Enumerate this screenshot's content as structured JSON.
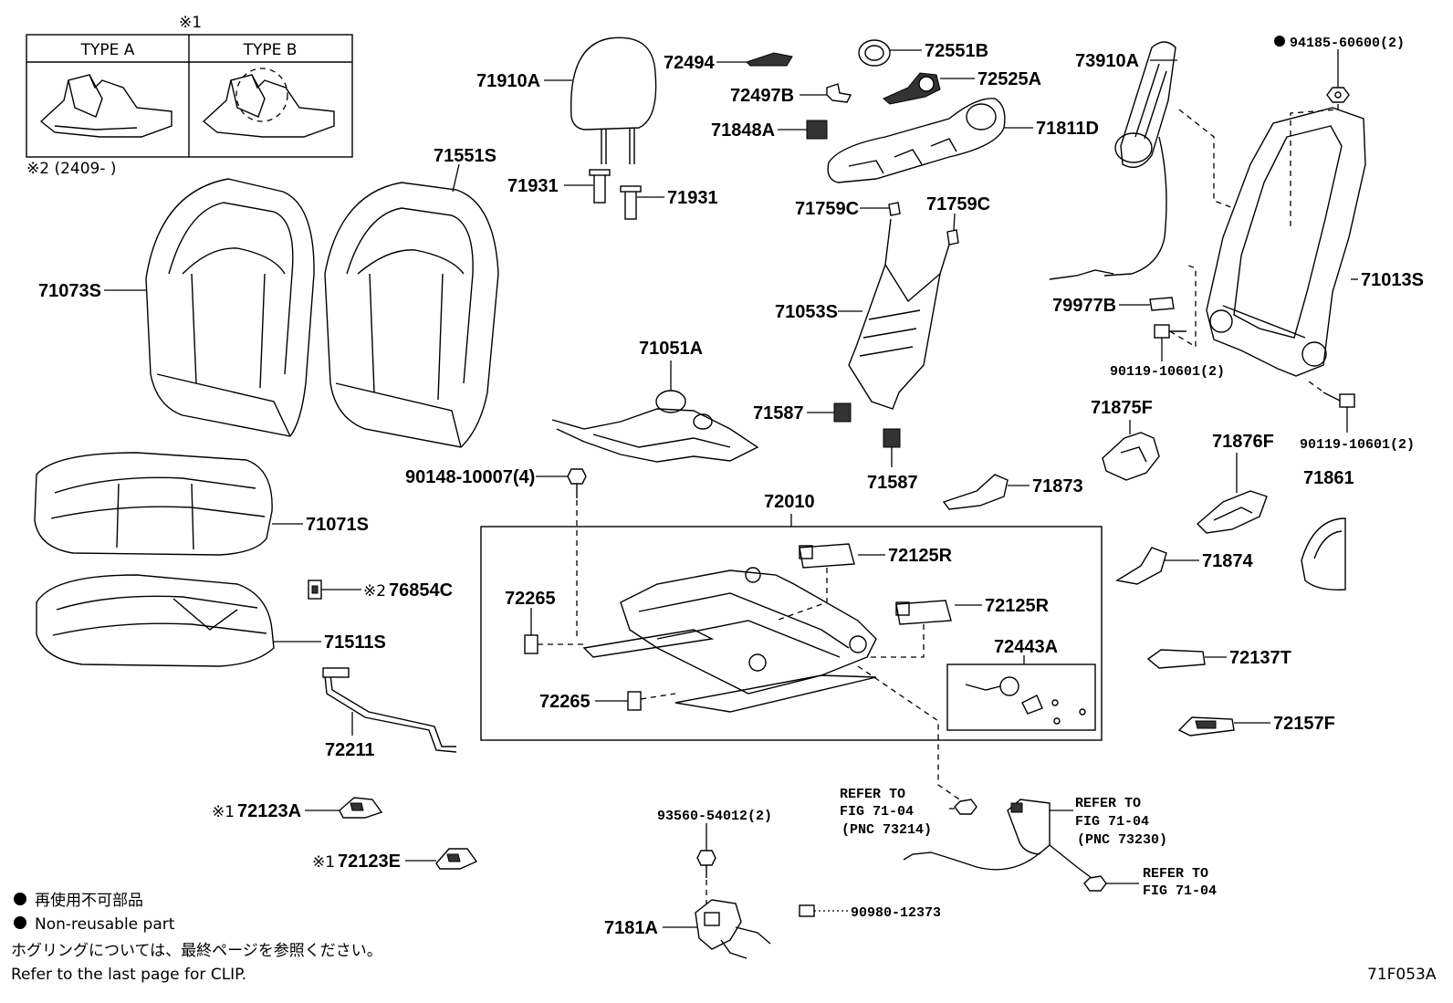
{
  "inset": {
    "mark": "※1",
    "type_a": "TYPE A",
    "type_b": "TYPE B",
    "note": "※2 (2409-      )"
  },
  "labels": {
    "l71910A": "71910A",
    "l71931a": "71931",
    "l71931b": "71931",
    "l72494": "72494",
    "l72551B": "72551B",
    "l73910A": "73910A",
    "l94185": "94185-60600(2)",
    "l72497B": "72497B",
    "l72525A": "72525A",
    "l71848A": "71848A",
    "l71811D": "71811D",
    "l71551S": "71551S",
    "l71073S": "71073S",
    "l71759Ca": "71759C",
    "l71759Cb": "71759C",
    "l71053S": "71053S",
    "l71013S": "71013S",
    "l79977B": "79977B",
    "l90119a": "90119-10601(2)",
    "l90119b": "90119-10601(2)",
    "l71051A": "71051A",
    "l71587a": "71587",
    "l71587b": "71587",
    "l71875F": "71875F",
    "l71876F": "71876F",
    "l71861": "71861",
    "l90148": "90148-10007(4)",
    "l71873": "71873",
    "l72010": "72010",
    "l71071S": "71071S",
    "l72125Ra": "72125R",
    "l72125Rb": "72125R",
    "l71874": "71874",
    "l76854C": "76854C",
    "l76854Cmark": "※2",
    "l72265a": "72265",
    "l72265b": "72265",
    "l71511S": "71511S",
    "l72443A": "72443A",
    "l72137T": "72137T",
    "l72157F": "72157F",
    "l72211": "72211",
    "l72123A": "72123A",
    "l72123Amark": "※1",
    "l72123E": "72123E",
    "l72123Emark": "※1",
    "l93560": "93560-54012(2)",
    "l7181A": "7181A",
    "l90980": "90980-12373"
  },
  "refs": {
    "r1_line1": "REFER TO",
    "r1_line2": "FIG 71-04",
    "r1_line3": "(PNC 73214)",
    "r2_line1": "REFER TO",
    "r2_line2": "FIG 71-04",
    "r2_line3": "(PNC 73230)",
    "r3_line1": "REFER TO",
    "r3_line2": "FIG 71-04"
  },
  "legend": {
    "jp": "再使用不可部品",
    "en": "Non-reusable part",
    "clip_jp": "ホグリングについては、最終ページを参照ください。",
    "clip_en": "Refer to the last page for CLIP."
  },
  "figure_id": "71F053A"
}
